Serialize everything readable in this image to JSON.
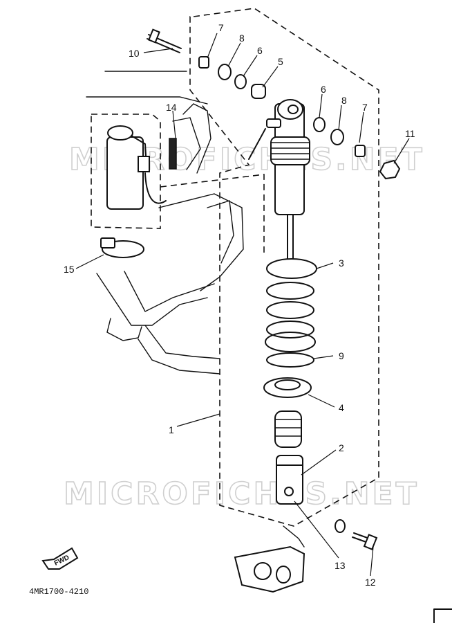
{
  "watermark": "MICROFICHES.NET",
  "diagram_code": "4MR1700-4210",
  "fwd_label": "FWD",
  "callouts": {
    "c1": "1",
    "c2": "2",
    "c3": "3",
    "c4": "4",
    "c5": "5",
    "c6a": "6",
    "c6b": "6",
    "c7a": "7",
    "c7b": "7",
    "c8a": "8",
    "c8b": "8",
    "c9": "9",
    "c10": "10",
    "c11": "11",
    "c12": "12",
    "c13": "13",
    "c14": "14",
    "c15": "15"
  }
}
